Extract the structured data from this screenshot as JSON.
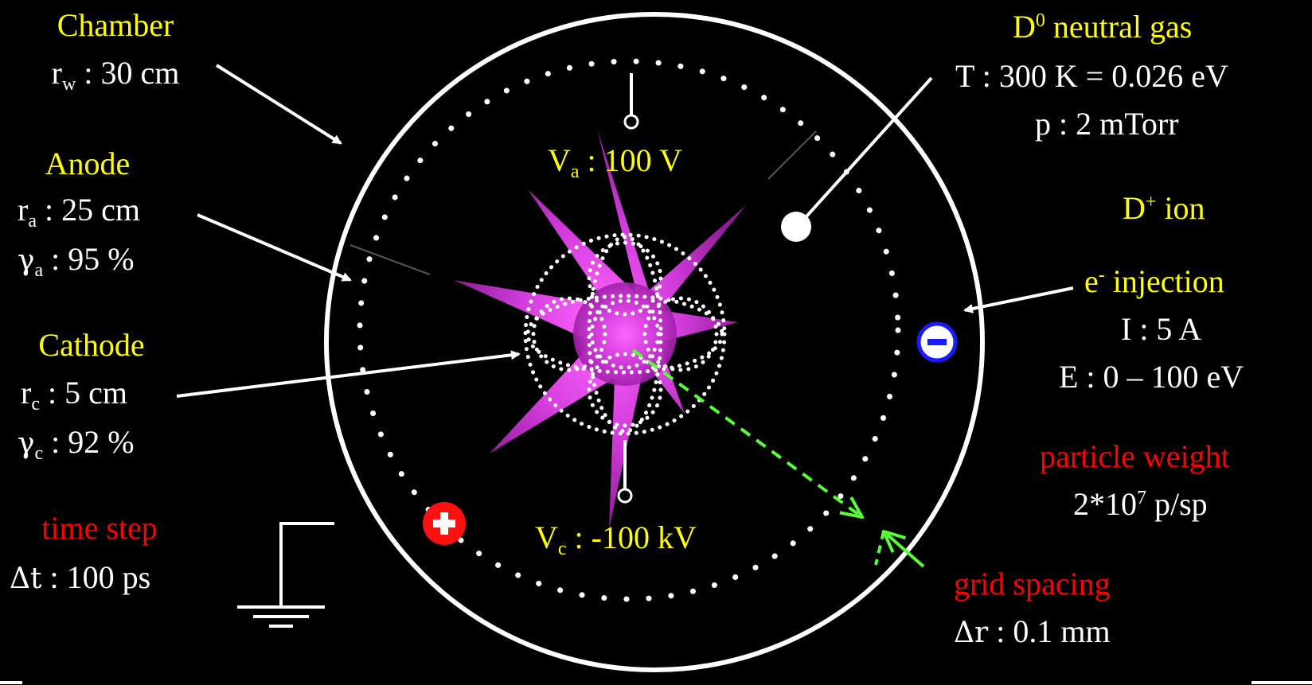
{
  "colors": {
    "background": "#000000",
    "label_title": "#ffff00",
    "label_value": "#ffffff",
    "label_numeric": "#ff0000",
    "plasma": "#d23cdc",
    "grid_arrow": "#55ff33",
    "ion_marker": "#ff1010",
    "electron_marker": "#1a1aff"
  },
  "chamber": {
    "title": "Chamber",
    "sym": "r",
    "sub": "w",
    "value": ": 30 cm"
  },
  "anode": {
    "title": "Anode",
    "r_sym": "r",
    "r_sub": "a",
    "r_value": ": 25 cm",
    "g_sym": "γ",
    "g_sub": "a",
    "g_value": ": 95 %"
  },
  "cathode": {
    "title": "Cathode",
    "r_sym": "r",
    "r_sub": "c",
    "r_value": ": 5 cm",
    "g_sym": "γ",
    "g_sub": "c",
    "g_value": ": 92 %"
  },
  "time_step": {
    "title": "time step",
    "sym": "Δt",
    "value": ": 100 ps"
  },
  "neutral_gas": {
    "species": "D",
    "sup": "0",
    "title": "neutral gas",
    "temperature": "T : 300 K = 0.026 eV",
    "pressure": "p : 2 mTorr"
  },
  "ion": {
    "species": "D",
    "sup": "+",
    "title": "ion"
  },
  "injection": {
    "species": "e",
    "sup": "-",
    "title": "injection",
    "current": "I : 5 A",
    "energy": "E : 0 – 100 eV"
  },
  "particle_weight": {
    "title": "particle weight",
    "base": "2*10",
    "sup": "7",
    "unit": "p/sp"
  },
  "grid_spacing": {
    "title": "grid spacing",
    "sym": "Δr",
    "value": ": 0.1 mm"
  },
  "anode_voltage": {
    "sym": "V",
    "sub": "a",
    "value": ": 100 V"
  },
  "cathode_voltage": {
    "sym": "V",
    "sub": "c",
    "value": ": -100 kV"
  },
  "icons": {
    "ion": "plus-circle-icon",
    "electron": "minus-circle-icon",
    "ground": "ground-symbol-icon",
    "neutral": "neutral-particle-icon"
  }
}
